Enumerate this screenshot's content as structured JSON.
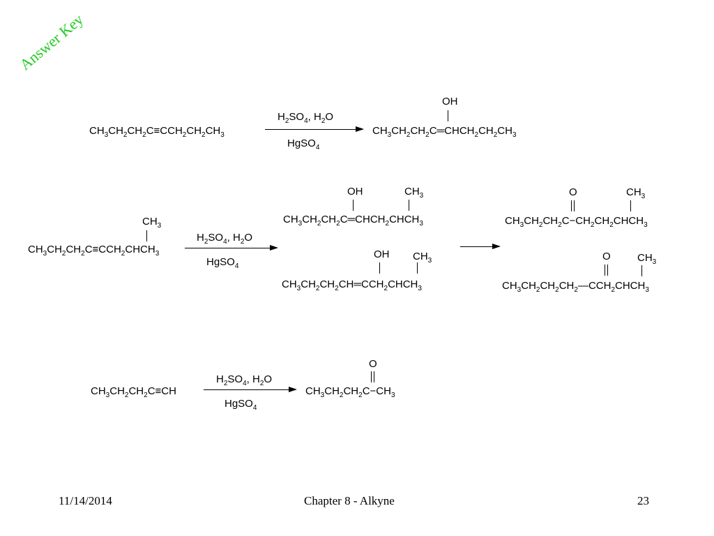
{
  "stamp": "Answer Key",
  "reagent_line1": [
    "H",
    "2",
    "SO",
    "4",
    ", H",
    "2",
    "O"
  ],
  "reagent_line2": [
    "HgSO",
    "4"
  ],
  "r1": {
    "reactant": [
      "CH",
      "3",
      "CH",
      "2",
      "CH",
      "2",
      "C≡CCH",
      "2",
      "CH",
      "2",
      "CH",
      "3"
    ],
    "product_sub": "OH",
    "product": [
      "CH",
      "3",
      "CH",
      "2",
      "CH",
      "2",
      "C═CHCH",
      "2",
      "CH",
      "2",
      "CH",
      "3"
    ]
  },
  "r2": {
    "reactant_sub": [
      "CH",
      "3"
    ],
    "reactant": [
      "CH",
      "3",
      "CH",
      "2",
      "CH",
      "2",
      "C≡CCH",
      "2",
      "CHCH",
      "3"
    ],
    "enol1_oh": "OH",
    "enol1_me": [
      "CH",
      "3"
    ],
    "enol1": [
      "CH",
      "3",
      "CH",
      "2",
      "CH",
      "2",
      "C═CHCH",
      "2",
      "CHCH",
      "3"
    ],
    "enol2_oh": "OH",
    "enol2_me": [
      "CH",
      "3"
    ],
    "enol2": [
      "CH",
      "3",
      "CH",
      "2",
      "CH",
      "2",
      "CH═CCH",
      "2",
      "CHCH",
      "3"
    ],
    "ket1_o": "O",
    "ket1_me": [
      "CH",
      "3"
    ],
    "ket1": [
      "CH",
      "3",
      "CH",
      "2",
      "CH",
      "2",
      "C−CH",
      "2",
      "CH",
      "2",
      "CHCH",
      "3"
    ],
    "ket2_o": "O",
    "ket2_me": [
      "CH",
      "3"
    ],
    "ket2": [
      "CH",
      "3",
      "CH",
      "2",
      "CH",
      "2",
      "CH",
      "2",
      "—CCH",
      "2",
      "CHCH",
      "3"
    ]
  },
  "r3": {
    "reactant": [
      "CH",
      "3",
      "CH",
      "2",
      "CH",
      "2",
      "C≡CH"
    ],
    "product_o": "O",
    "product": [
      "CH",
      "3",
      "CH",
      "2",
      "CH",
      "2",
      "C−CH",
      "3"
    ]
  },
  "footer": {
    "date": "11/14/2014",
    "title": "Chapter 8 - Alkyne",
    "page": "23"
  }
}
